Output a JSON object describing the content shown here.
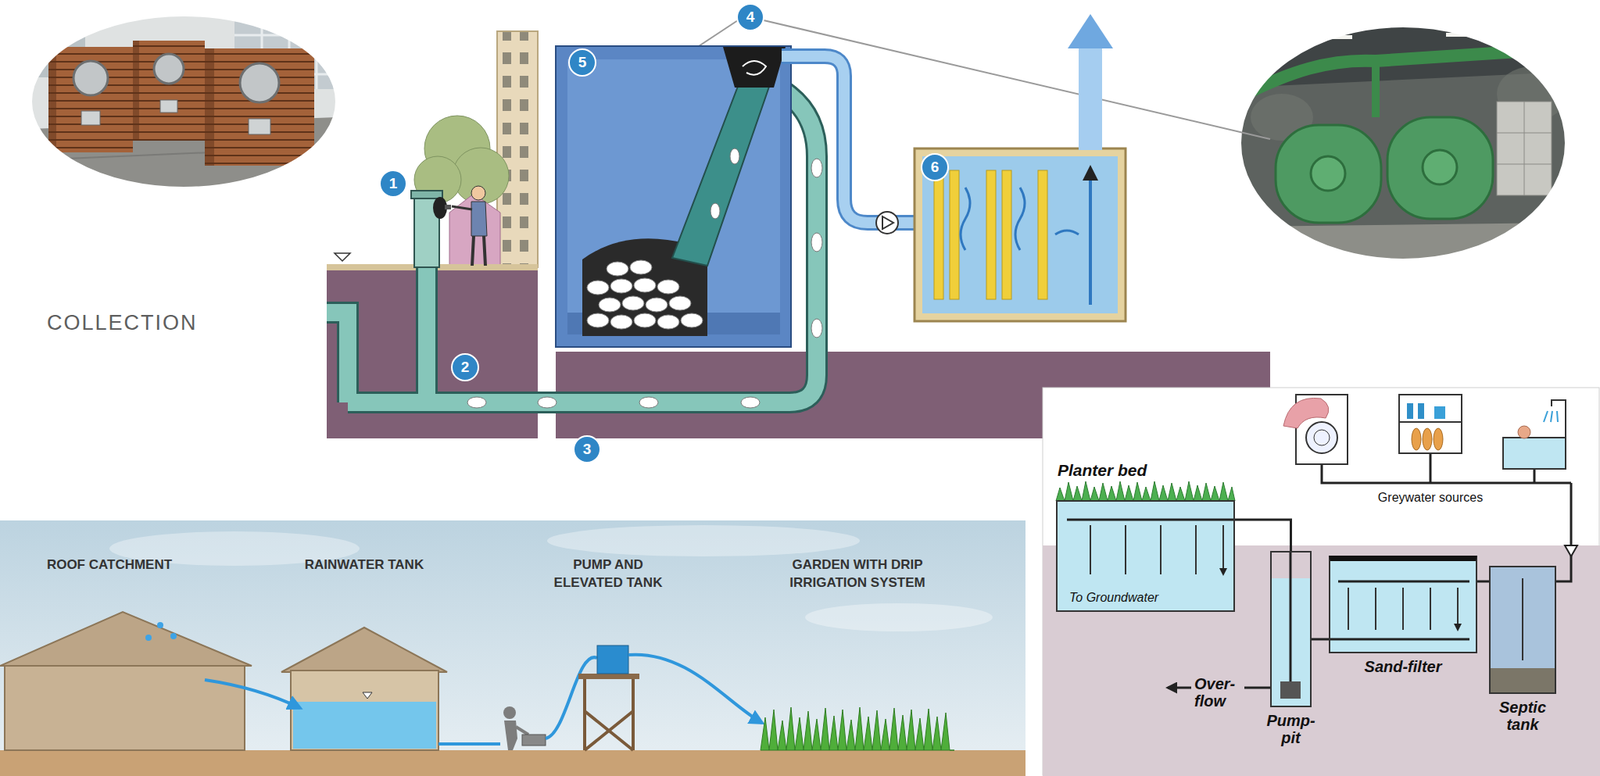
{
  "diagram": {
    "nodes": [
      {
        "text": [
          "Planter bed",
          "To Groundwater"
        ]
      },
      {
        "text": [
          "Pump-pit"
        ]
      },
      {
        "text": [
          "Sand-filter"
        ]
      },
      {
        "text": [
          "Septic tank"
        ]
      }
    ],
    "edges": [
      {
        "from": 3,
        "to": 2,
        "arrow": "none"
      },
      {
        "from": 2,
        "to": 1,
        "arrow": "none"
      },
      {
        "from": 1,
        "to": 0,
        "arrow": "none"
      }
    ],
    "labels": [
      "COLLECTION",
      "1",
      "2",
      "3",
      "4",
      "5",
      "6",
      "ROOF CATCHMENT",
      "RAINWATER TANK",
      "PUMP AND ELEVATED TANK",
      "GARDEN WITH DRIP IRRIGATION SYSTEM",
      "Greywater sources",
      "Over-flow"
    ]
  }
}
